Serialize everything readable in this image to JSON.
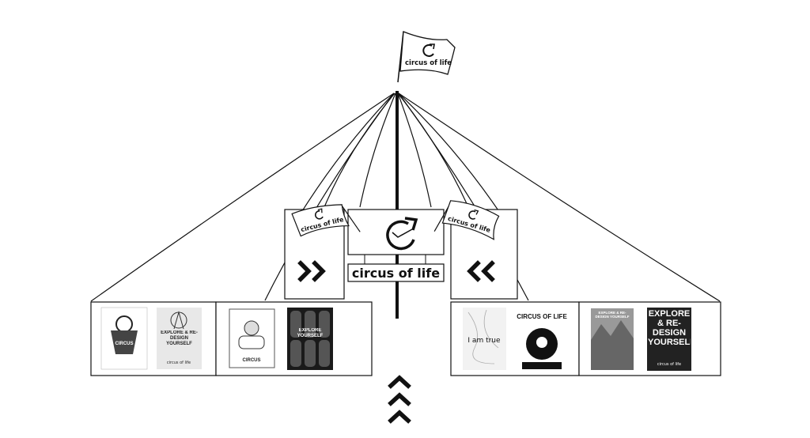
{
  "brand": {
    "name": "circus of life",
    "top_flag_label": "circus of life",
    "left_flag_label": "circus of life",
    "right_flag_label": "circus of life",
    "center_sign_label": "circus of life"
  },
  "navigation": {
    "next_icon": "double-chevron-right",
    "prev_icon": "double-chevron-left",
    "up_icon": "triple-chevron-up"
  },
  "posters": [
    {
      "title": "CIRCUS",
      "style": "playing card king"
    },
    {
      "title": "EXPLORE & RE-DESIGN YOURSELF",
      "footer": "circus of life"
    },
    {
      "title": "CIRCUS",
      "style": "ornate illustration"
    },
    {
      "title": "EXPLORE YOURSELF",
      "style": "dark lettering"
    },
    {
      "title": "I am true"
    },
    {
      "title": "CIRCUS OF LIFE"
    },
    {
      "title": "EXPLORE & RE-DESIGN YOURSELF",
      "style": "mountain illustration"
    },
    {
      "title": "EXPLORE & RE-DESIGN YOURSELF",
      "footer": "circus of life"
    }
  ],
  "colors": {
    "ink": "#111111",
    "background": "#ffffff",
    "poster_dark": "#1a1a1a",
    "poster_light": "#e8e8e8"
  }
}
